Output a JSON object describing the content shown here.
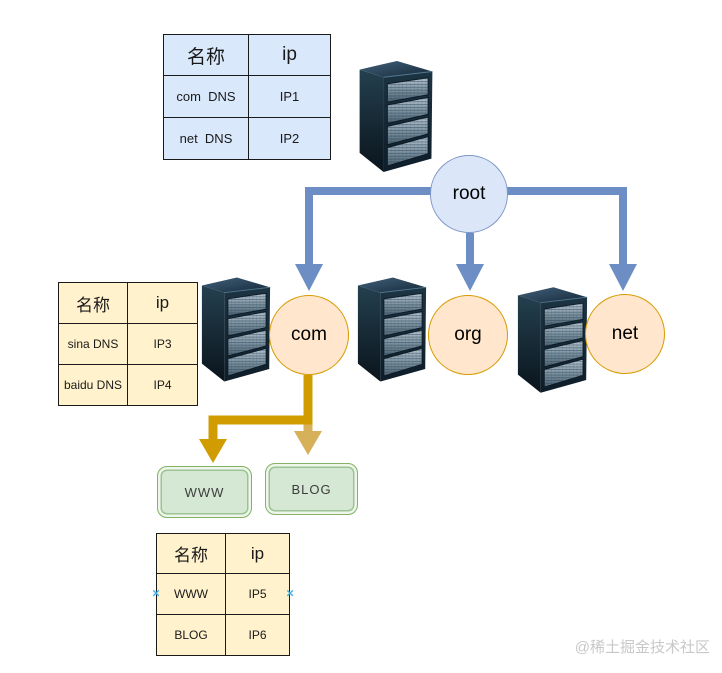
{
  "nodes": {
    "root": "root",
    "com": "com",
    "org": "org",
    "net": "net",
    "www": "WWW",
    "blog": "BLOG"
  },
  "tables": {
    "root_dns": {
      "headers": [
        "名称",
        "ip"
      ],
      "rows": [
        [
          "com  DNS",
          "IP1"
        ],
        [
          "net  DNS",
          "IP2"
        ]
      ]
    },
    "com_dns": {
      "headers": [
        "名称",
        "ip"
      ],
      "rows": [
        [
          "sina DNS",
          "IP3"
        ],
        [
          "baidu DNS",
          "IP4"
        ]
      ]
    },
    "host_dns": {
      "headers": [
        "名称",
        "ip"
      ],
      "rows": [
        [
          "WWW",
          "IP5"
        ],
        [
          "BLOG",
          "IP6"
        ]
      ]
    }
  },
  "markers": {
    "cross": "×"
  },
  "watermark": "@稀土掘金技术社区",
  "colors": {
    "node_blue_fill": "#dbe7f8",
    "node_blue_border": "#7e96c8",
    "node_orange_fill": "#ffe6cc",
    "node_orange_border": "#d79b00",
    "box_green_fill": "#d5e8d4",
    "box_green_border": "#82b366",
    "table_blue_fill": "#dae8fc",
    "table_blue_border": "#6c8ebf",
    "table_yellow_fill": "#fff2cc",
    "table_yellow_border": "#d6b656",
    "arrow_blue": "#6d8ec4",
    "arrow_gold": "#d19c00",
    "arrow_tan": "#d7b05a",
    "cross_marker": "#45b1e6",
    "watermark_gray": "#c8c8c8"
  }
}
